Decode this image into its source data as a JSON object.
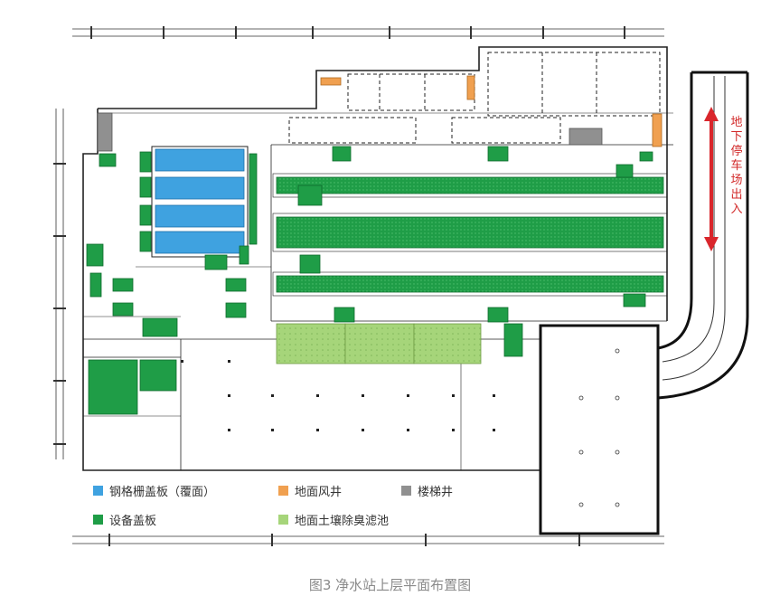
{
  "caption": "图3  净水站上层平面布置图",
  "ramp_label": [
    "地",
    "下",
    "停",
    "车",
    "场",
    "出",
    "入"
  ],
  "legend": [
    {
      "label": "钢格栅盖板（覆面）",
      "color": "#3fa2e0",
      "icon": "blue-swatch"
    },
    {
      "label": "地面风井",
      "color": "#f0a050",
      "icon": "orange-swatch"
    },
    {
      "label": "楼梯井",
      "color": "#909090",
      "icon": "gray-swatch"
    },
    {
      "label": "设备盖板",
      "color": "#1f9d47",
      "icon": "green-swatch"
    },
    {
      "label": "地面土壤除臭滤池",
      "color": "#a6d57a",
      "icon": "lightgreen-swatch"
    }
  ],
  "colors": {
    "grating": "#3fa2e0",
    "equipment": "#1f9d47",
    "filter": "#a6d57a",
    "vent": "#f0a050",
    "stair": "#909090",
    "arrow": "#d9262c"
  }
}
